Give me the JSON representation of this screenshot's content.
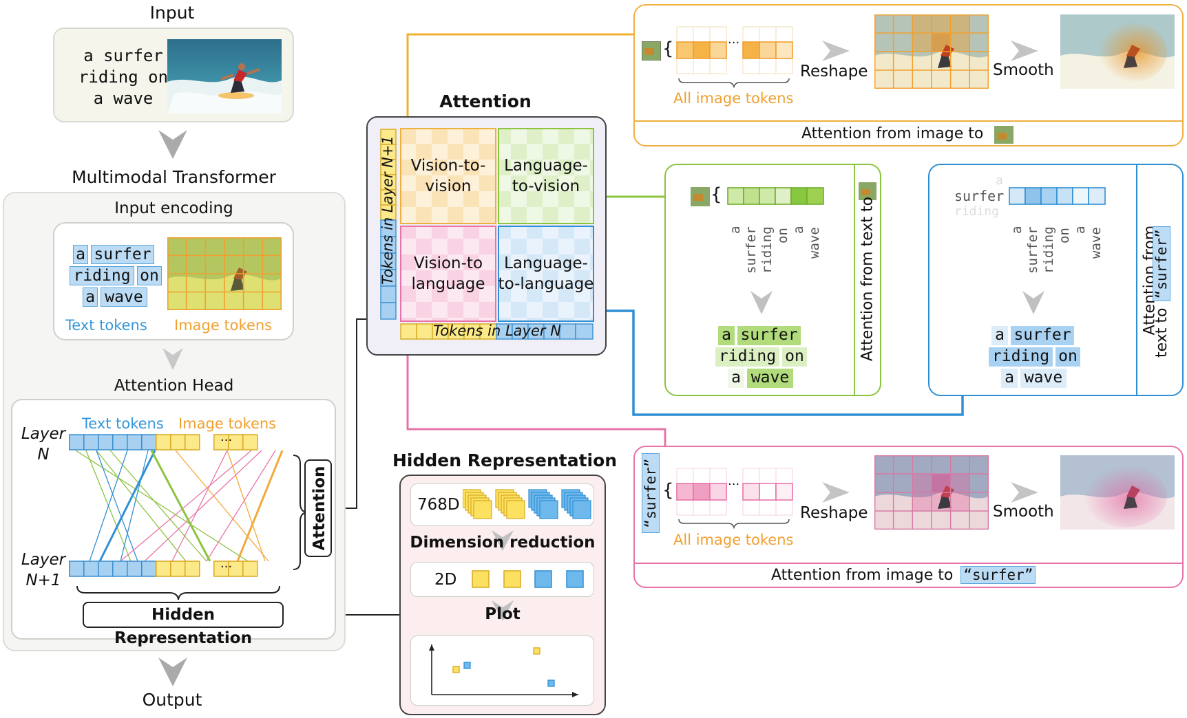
{
  "input": {
    "title": "Input",
    "caption_lines": [
      "a surfer",
      "riding on",
      "a wave"
    ]
  },
  "transformer": {
    "title": "Multimodal Transformer",
    "input_encoding": "Input encoding",
    "text_tokens": [
      "a",
      "surfer",
      "riding",
      "on",
      "a",
      "wave"
    ],
    "text_tokens_label": "Text tokens",
    "image_tokens_label": "Image tokens",
    "attention_head": "Attention Head",
    "layer_n": [
      "Layer",
      "N"
    ],
    "layer_n1": [
      "Layer",
      "N+1"
    ],
    "ellipsis": "···",
    "attention_label": "Attention",
    "hidden_label": "Hidden Representation"
  },
  "output": {
    "title": "Output"
  },
  "attention": {
    "title": "Attention",
    "v2v": [
      "Vision-to-",
      "vision"
    ],
    "l2v": [
      "Language-",
      "to-vision"
    ],
    "v2l": [
      "Vision-to",
      "language"
    ],
    "l2l": [
      "Language-",
      "to-language"
    ],
    "axis_y": "Tokens in Layer N+1",
    "axis_x": "Tokens in Layer N"
  },
  "hidden": {
    "title": "Hidden Representation",
    "d768": "768D",
    "dim_red": "Dimension reduction",
    "d2": "2D",
    "plot": "Plot"
  },
  "panel_top": {
    "brace": "{",
    "all_tokens": "All image tokens",
    "reshape": "Reshape",
    "smooth": "Smooth",
    "caption": "Attention from image to"
  },
  "panel_green": {
    "brace": "{",
    "words": [
      "a",
      "surfer",
      "riding",
      "on",
      "a",
      "wave"
    ],
    "tokens_row1": [
      "a",
      "surfer"
    ],
    "tokens_row2": [
      "riding",
      "on"
    ],
    "tokens_row3": [
      "a",
      "wave"
    ],
    "side": "Attention from text to"
  },
  "panel_blue": {
    "context": [
      "a",
      "surfer",
      "riding"
    ],
    "words": [
      "a",
      "surfer",
      "riding",
      "on",
      "a",
      "wave"
    ],
    "tokens_row1": [
      "a",
      "surfer"
    ],
    "tokens_row2": [
      "riding",
      "on"
    ],
    "tokens_row3": [
      "a",
      "wave"
    ],
    "side1": "Attention from",
    "side2": "text to",
    "side_token": "“surfer”"
  },
  "panel_pink": {
    "brace": "{",
    "token": "“surfer”",
    "all_tokens": "All image tokens",
    "reshape": "Reshape",
    "smooth": "Smooth",
    "caption": "Attention from image to",
    "caption_token": "“surfer”"
  },
  "colors": {
    "orange": "#f0a93a",
    "green": "#8cc43f",
    "pink": "#e873a8",
    "blue": "#2f8fd4",
    "text_blue": "#3497d8",
    "image_orange": "#f0a030"
  }
}
